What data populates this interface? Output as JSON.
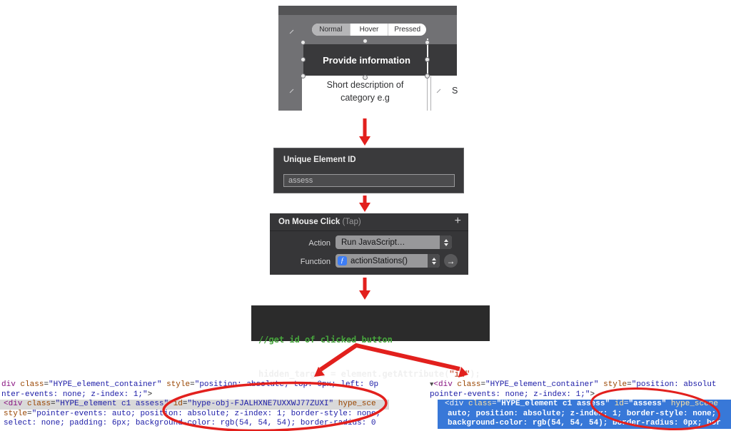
{
  "colors": {
    "annotation_red": "#e2201d",
    "editor_gray": "#717174",
    "panel_dark": "#3a3a3c",
    "selection_blue": "#3878d8",
    "highlight_gray": "#d9d9d9",
    "code_green": "#46a33c",
    "fn_icon_blue": "#3d7df5"
  },
  "hype_editor": {
    "states": [
      {
        "label": "Normal",
        "selected": true
      },
      {
        "label": "Hover",
        "selected": false
      },
      {
        "label": "Pressed",
        "selected": false
      }
    ],
    "button_label": "Provide information",
    "description_line1": "Short description of",
    "description_line2": "category e.g",
    "partial_neighbor_text": "S"
  },
  "identity_panel": {
    "title": "Unique Element ID",
    "id_value": "assess"
  },
  "actions_panel": {
    "title": "On Mouse Click",
    "title_suffix": " (Tap)",
    "add_label": "+",
    "action_label": "Action",
    "action_value": "Run JavaScript…",
    "function_label": "Function",
    "function_value": "actionStations()",
    "function_icon": "ƒ",
    "go_icon": "→"
  },
  "js_snippet": {
    "comment": "//get id of clicked button",
    "code_before_string": "hidden_target = element.getAttribute(",
    "code_string": "\"id\"",
    "code_after_string": ");"
  },
  "inspector_left": {
    "lines": [
      {
        "mode": "plain",
        "indent": 2,
        "segments": [
          {
            "c": "tag",
            "t": "div"
          },
          {
            "c": "plain",
            "t": " "
          },
          {
            "c": "attr",
            "t": "class"
          },
          {
            "c": "plain",
            "t": "="
          },
          {
            "c": "val",
            "t": "\"HYPE_element_container\""
          },
          {
            "c": "plain",
            "t": " "
          },
          {
            "c": "attr",
            "t": "style"
          },
          {
            "c": "plain",
            "t": "="
          },
          {
            "c": "val",
            "t": "\"position: absolute; top: 0px; left: 0p"
          }
        ]
      },
      {
        "mode": "plain",
        "indent": 2,
        "segments": [
          {
            "c": "val",
            "t": "nter-events: none; z-index: 1;\""
          },
          {
            "c": "plain",
            "t": ">"
          }
        ]
      },
      {
        "mode": "hl",
        "indent": 5,
        "segments": [
          {
            "c": "tag",
            "t": "<div"
          },
          {
            "c": "plain",
            "t": " "
          },
          {
            "c": "attr",
            "t": "class"
          },
          {
            "c": "plain",
            "t": "="
          },
          {
            "c": "val",
            "t": "\"HYPE_element c1 assess\""
          },
          {
            "c": "plain",
            "t": " "
          },
          {
            "c": "attr",
            "t": "id"
          },
          {
            "c": "plain",
            "t": "="
          },
          {
            "c": "val",
            "t": "\"hype-obj-FJALHXNE7UXXWJ77ZUXI\""
          },
          {
            "c": "plain",
            "t": " "
          },
          {
            "c": "attr",
            "t": "hype_sce"
          }
        ]
      },
      {
        "mode": "plain",
        "indent": 5,
        "segments": [
          {
            "c": "attr",
            "t": "style"
          },
          {
            "c": "plain",
            "t": "="
          },
          {
            "c": "val",
            "t": "\"pointer-events: auto; position: absolute; z-index: 1; border-style: none;"
          }
        ]
      },
      {
        "mode": "plain",
        "indent": 5,
        "segments": [
          {
            "c": "val",
            "t": "select: none; padding: 6px; background-color: rgb(54, 54, 54); border-radius: 0"
          }
        ]
      }
    ]
  },
  "inspector_right": {
    "lines": [
      {
        "mode": "plain",
        "indent": 2,
        "segments": [
          {
            "c": "tri",
            "t": "▼"
          },
          {
            "c": "tag",
            "t": "<div"
          },
          {
            "c": "plain",
            "t": " "
          },
          {
            "c": "attr",
            "t": "class"
          },
          {
            "c": "plain",
            "t": "="
          },
          {
            "c": "val",
            "t": "\"HYPE_element_container\""
          },
          {
            "c": "plain",
            "t": " "
          },
          {
            "c": "attr",
            "t": "style"
          },
          {
            "c": "plain",
            "t": "="
          },
          {
            "c": "val",
            "t": "\"position: absolut"
          }
        ]
      },
      {
        "mode": "plain",
        "indent": 2,
        "segments": [
          {
            "c": "val",
            "t": "pointer-events: none; z-index: 1;\""
          },
          {
            "c": "plain",
            "t": ">"
          }
        ]
      },
      {
        "mode": "sel",
        "indent": 10,
        "segments": [
          {
            "c": "s-tag",
            "t": "<div"
          },
          {
            "c": "s-plain",
            "t": " "
          },
          {
            "c": "s-attr",
            "t": "class"
          },
          {
            "c": "s-plain",
            "t": "="
          },
          {
            "c": "s-val",
            "t": "\"HYPE_element c1 assess\""
          },
          {
            "c": "s-plain",
            "t": " "
          },
          {
            "c": "s-attr",
            "t": "id"
          },
          {
            "c": "s-plain",
            "t": "="
          },
          {
            "c": "s-val",
            "t": "\"assess\""
          },
          {
            "c": "s-plain",
            "t": " "
          },
          {
            "c": "s-attr",
            "t": "hype_scene"
          }
        ]
      },
      {
        "mode": "sel",
        "indent": 14,
        "segments": [
          {
            "c": "s-val",
            "t": "auto; position: absolute; z-index: 1; border-style: none;"
          }
        ]
      },
      {
        "mode": "sel",
        "indent": 14,
        "segments": [
          {
            "c": "s-val",
            "t": "background-color: rgb(54, 54, 54); border-radius: 0px; bor"
          }
        ]
      }
    ]
  }
}
